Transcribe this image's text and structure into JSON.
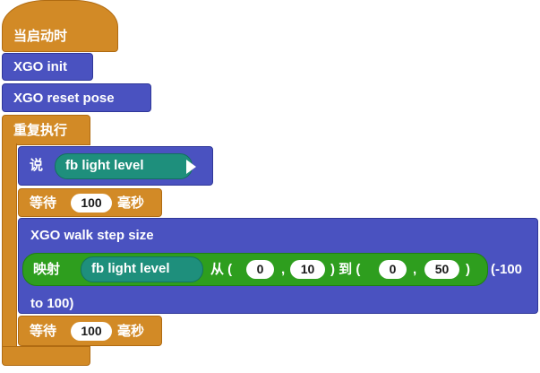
{
  "hat": {
    "label": "当启动时"
  },
  "init": {
    "label": "XGO init"
  },
  "reset": {
    "label": "XGO reset pose"
  },
  "loop": {
    "label": "重复执行"
  },
  "say": {
    "label": "说",
    "reporter": "fb light level"
  },
  "wait1": {
    "prefix": "等待",
    "value": "100",
    "suffix": "毫秒"
  },
  "walk": {
    "label": "XGO walk step size",
    "map": {
      "label": "映射",
      "reporter": "fb light level",
      "from_open": "从 (",
      "from_min": "0",
      "comma1": ",",
      "from_max": "10",
      "to_open": ") 到 (",
      "to_min": "0",
      "comma2": ",",
      "to_max": "50",
      "close": ")"
    },
    "range_line1": "(-100",
    "range_line2": "to 100)"
  },
  "wait2": {
    "prefix": "等待",
    "value": "100",
    "suffix": "毫秒"
  }
}
